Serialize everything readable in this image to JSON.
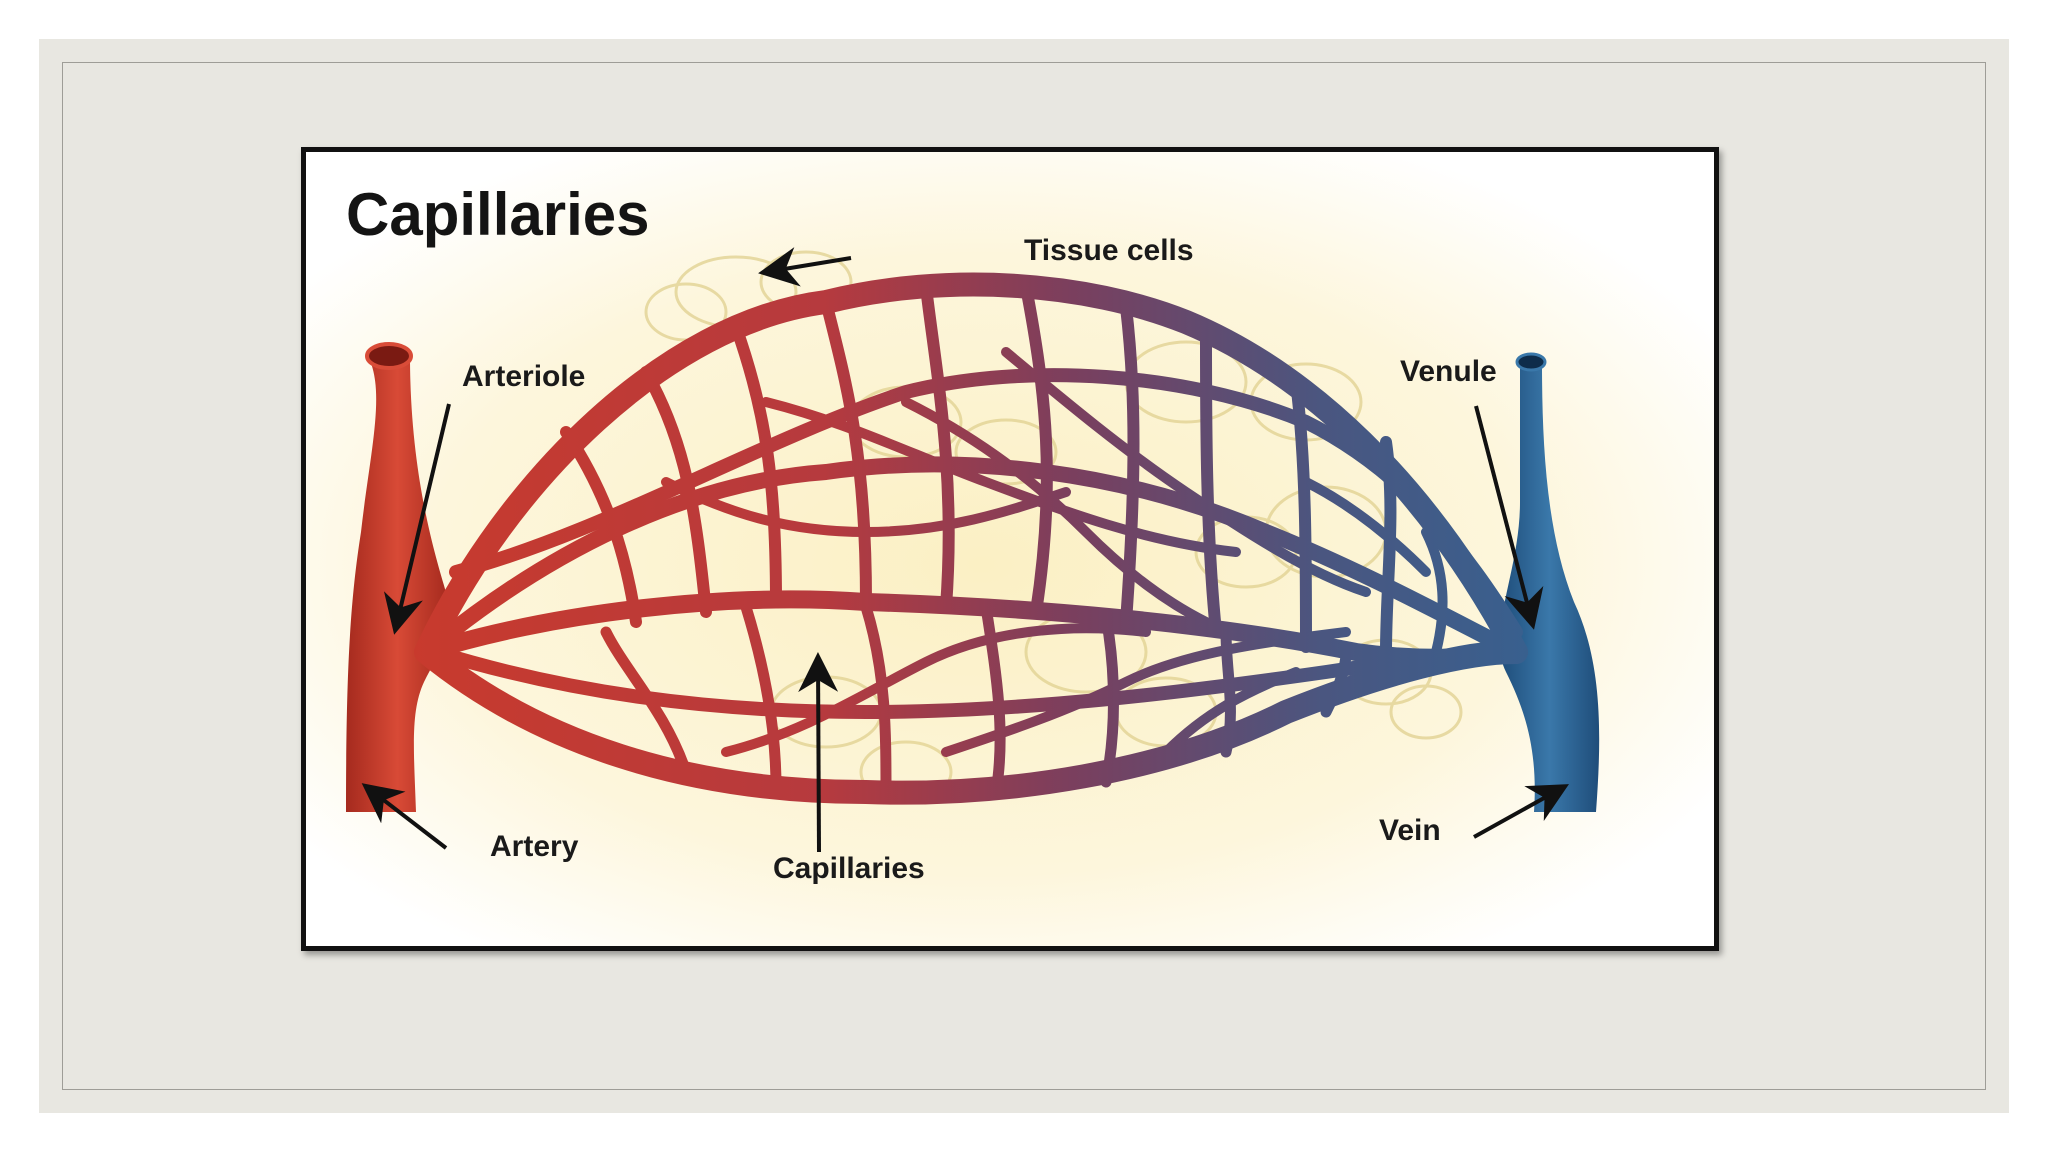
{
  "diagram": {
    "title": "Capillaries",
    "labels": {
      "tissue_cells": "Tissue cells",
      "arteriole": "Arteriole",
      "venule": "Venule",
      "artery": "Artery",
      "capillaries": "Capillaries",
      "vein": "Vein"
    },
    "colors": {
      "arterial": "#c93a2c",
      "mixed": "#7a3f5e",
      "venous": "#2f6596",
      "tissue_cells": "#e6d79e",
      "slide_background": "#e8e7e1",
      "figure_background": "#fffdf6"
    }
  }
}
